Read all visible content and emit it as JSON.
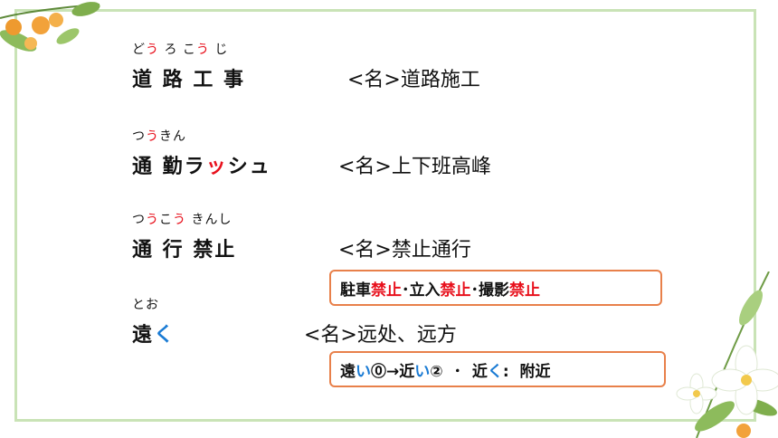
{
  "colors": {
    "accent_red": "#e8101c",
    "accent_blue": "#1a7bd4",
    "box_border": "#e8804a",
    "frame": "#c9e3b6"
  },
  "entries": [
    {
      "furigana": [
        {
          "text": "ど",
          "red": false
        },
        {
          "text": "う",
          "red": true
        },
        {
          "text": " ろ こ",
          "red": false
        },
        {
          "text": "う",
          "red": true
        },
        {
          "text": " じ",
          "red": false
        }
      ],
      "word": "道 路 工 事",
      "meaning": "<名>道路施工"
    },
    {
      "furigana": [
        {
          "text": "つ",
          "red": false
        },
        {
          "text": "う",
          "red": true
        },
        {
          "text": "きん",
          "red": false
        }
      ],
      "word_parts": [
        {
          "text": "通 勤ラ",
          "color": ""
        },
        {
          "text": "ッ",
          "color": "red"
        },
        {
          "text": "シュ",
          "color": ""
        }
      ],
      "meaning": "<名>上下班高峰"
    },
    {
      "furigana": [
        {
          "text": "つ",
          "red": false
        },
        {
          "text": "う",
          "red": true
        },
        {
          "text": "こ",
          "red": false
        },
        {
          "text": "う",
          "red": true
        },
        {
          "text": " きんし",
          "red": false
        }
      ],
      "word": "通 行 禁止",
      "meaning": "<名>禁止通行"
    },
    {
      "furigana_plain": "とお",
      "word_parts": [
        {
          "text": "遠",
          "color": ""
        },
        {
          "text": "く",
          "color": "blue"
        }
      ],
      "meaning": "<名>远处、远方"
    }
  ],
  "box1": [
    {
      "text": "駐車",
      "color": ""
    },
    {
      "text": "禁止",
      "color": "red"
    },
    {
      "text": "･立入",
      "color": ""
    },
    {
      "text": "禁止",
      "color": "red"
    },
    {
      "text": "･撮影",
      "color": ""
    },
    {
      "text": "禁止",
      "color": "red"
    }
  ],
  "box2": [
    {
      "text": "遠",
      "color": ""
    },
    {
      "text": "い",
      "color": "blue"
    },
    {
      "text": "⓪→近",
      "color": ""
    },
    {
      "text": "い",
      "color": "blue"
    },
    {
      "text": "②  ･  近",
      "color": ""
    },
    {
      "text": "く",
      "color": "blue"
    },
    {
      "text": ":  附近",
      "color": ""
    }
  ]
}
